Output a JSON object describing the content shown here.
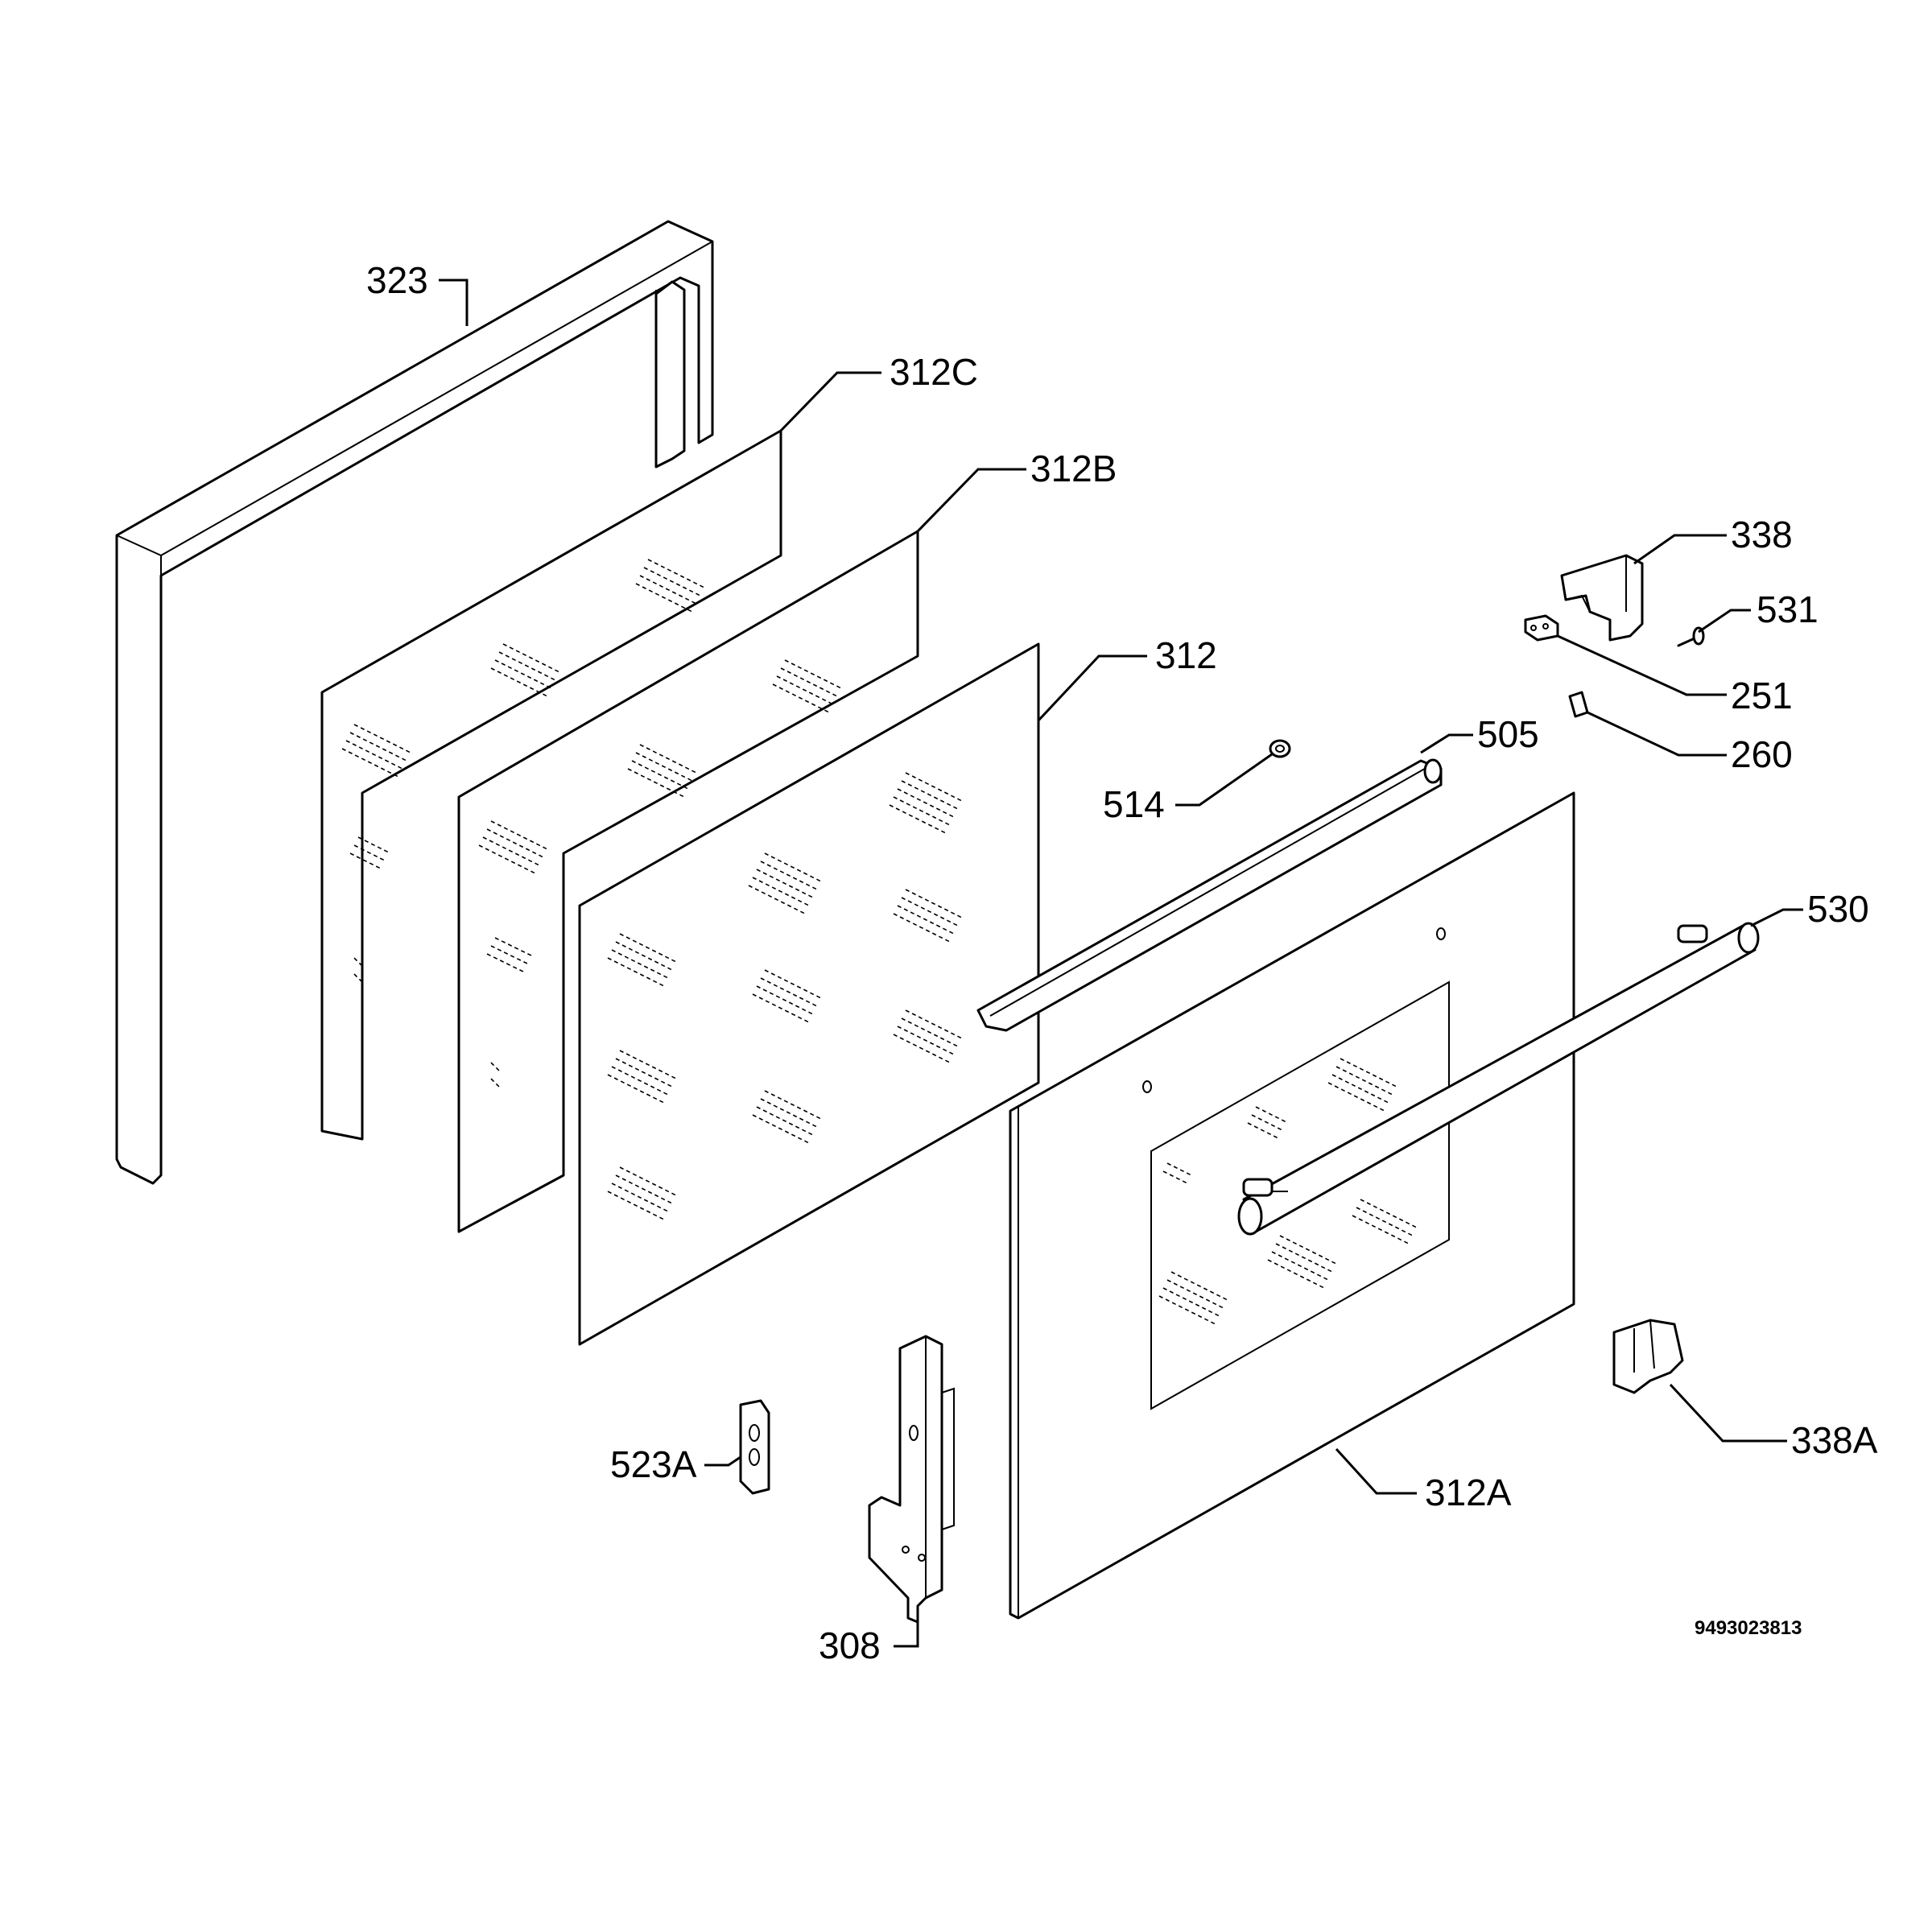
{
  "labels": {
    "p323": "323",
    "p312C": "312C",
    "p312B": "312B",
    "p312": "312",
    "p338": "338",
    "p531": "531",
    "p251": "251",
    "p260": "260",
    "p505": "505",
    "p514": "514",
    "p530": "530",
    "p523A": "523A",
    "p308": "308",
    "p312A": "312A",
    "p338A": "338A"
  },
  "document_number": "9493023813"
}
